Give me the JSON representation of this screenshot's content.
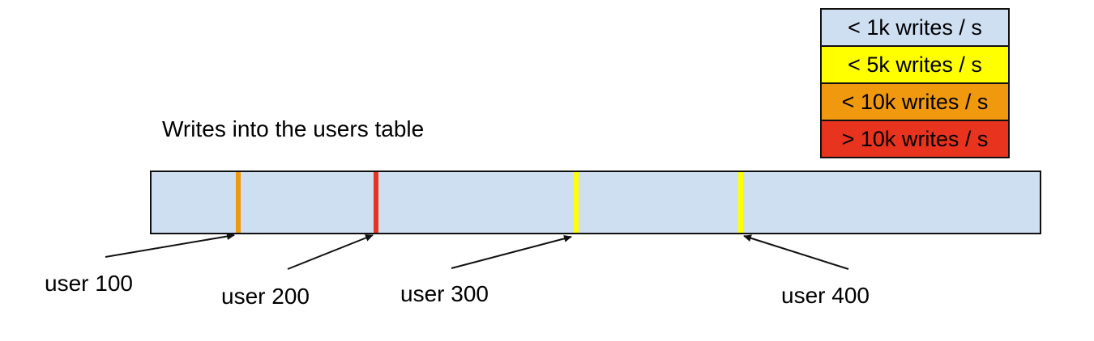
{
  "title": "Writes into the users table",
  "legend": {
    "items": [
      {
        "label": "< 1k writes / s",
        "color": "#cfdff2"
      },
      {
        "label": "< 5k writes / s",
        "color": "#ffff00"
      },
      {
        "label": "< 10k writes / s",
        "color": "#f0990f"
      },
      {
        "label": "> 10k writes / s",
        "color": "#e8331f"
      }
    ]
  },
  "bar": {
    "fill": "#cfdff2",
    "base_rate_label": "< 1k writes / s",
    "markers": [
      {
        "user": "user 100",
        "color": "#f0990f",
        "rate_label": "< 10k writes / s",
        "position_pct": 9.8
      },
      {
        "user": "user 200",
        "color": "#e8331f",
        "rate_label": "> 10k writes / s",
        "position_pct": 25.3
      },
      {
        "user": "user 300",
        "color": "#ffff00",
        "rate_label": "< 5k writes / s",
        "position_pct": 47.8
      },
      {
        "user": "user 400",
        "color": "#ffff00",
        "rate_label": "< 5k writes / s",
        "position_pct": 66.3
      }
    ]
  }
}
